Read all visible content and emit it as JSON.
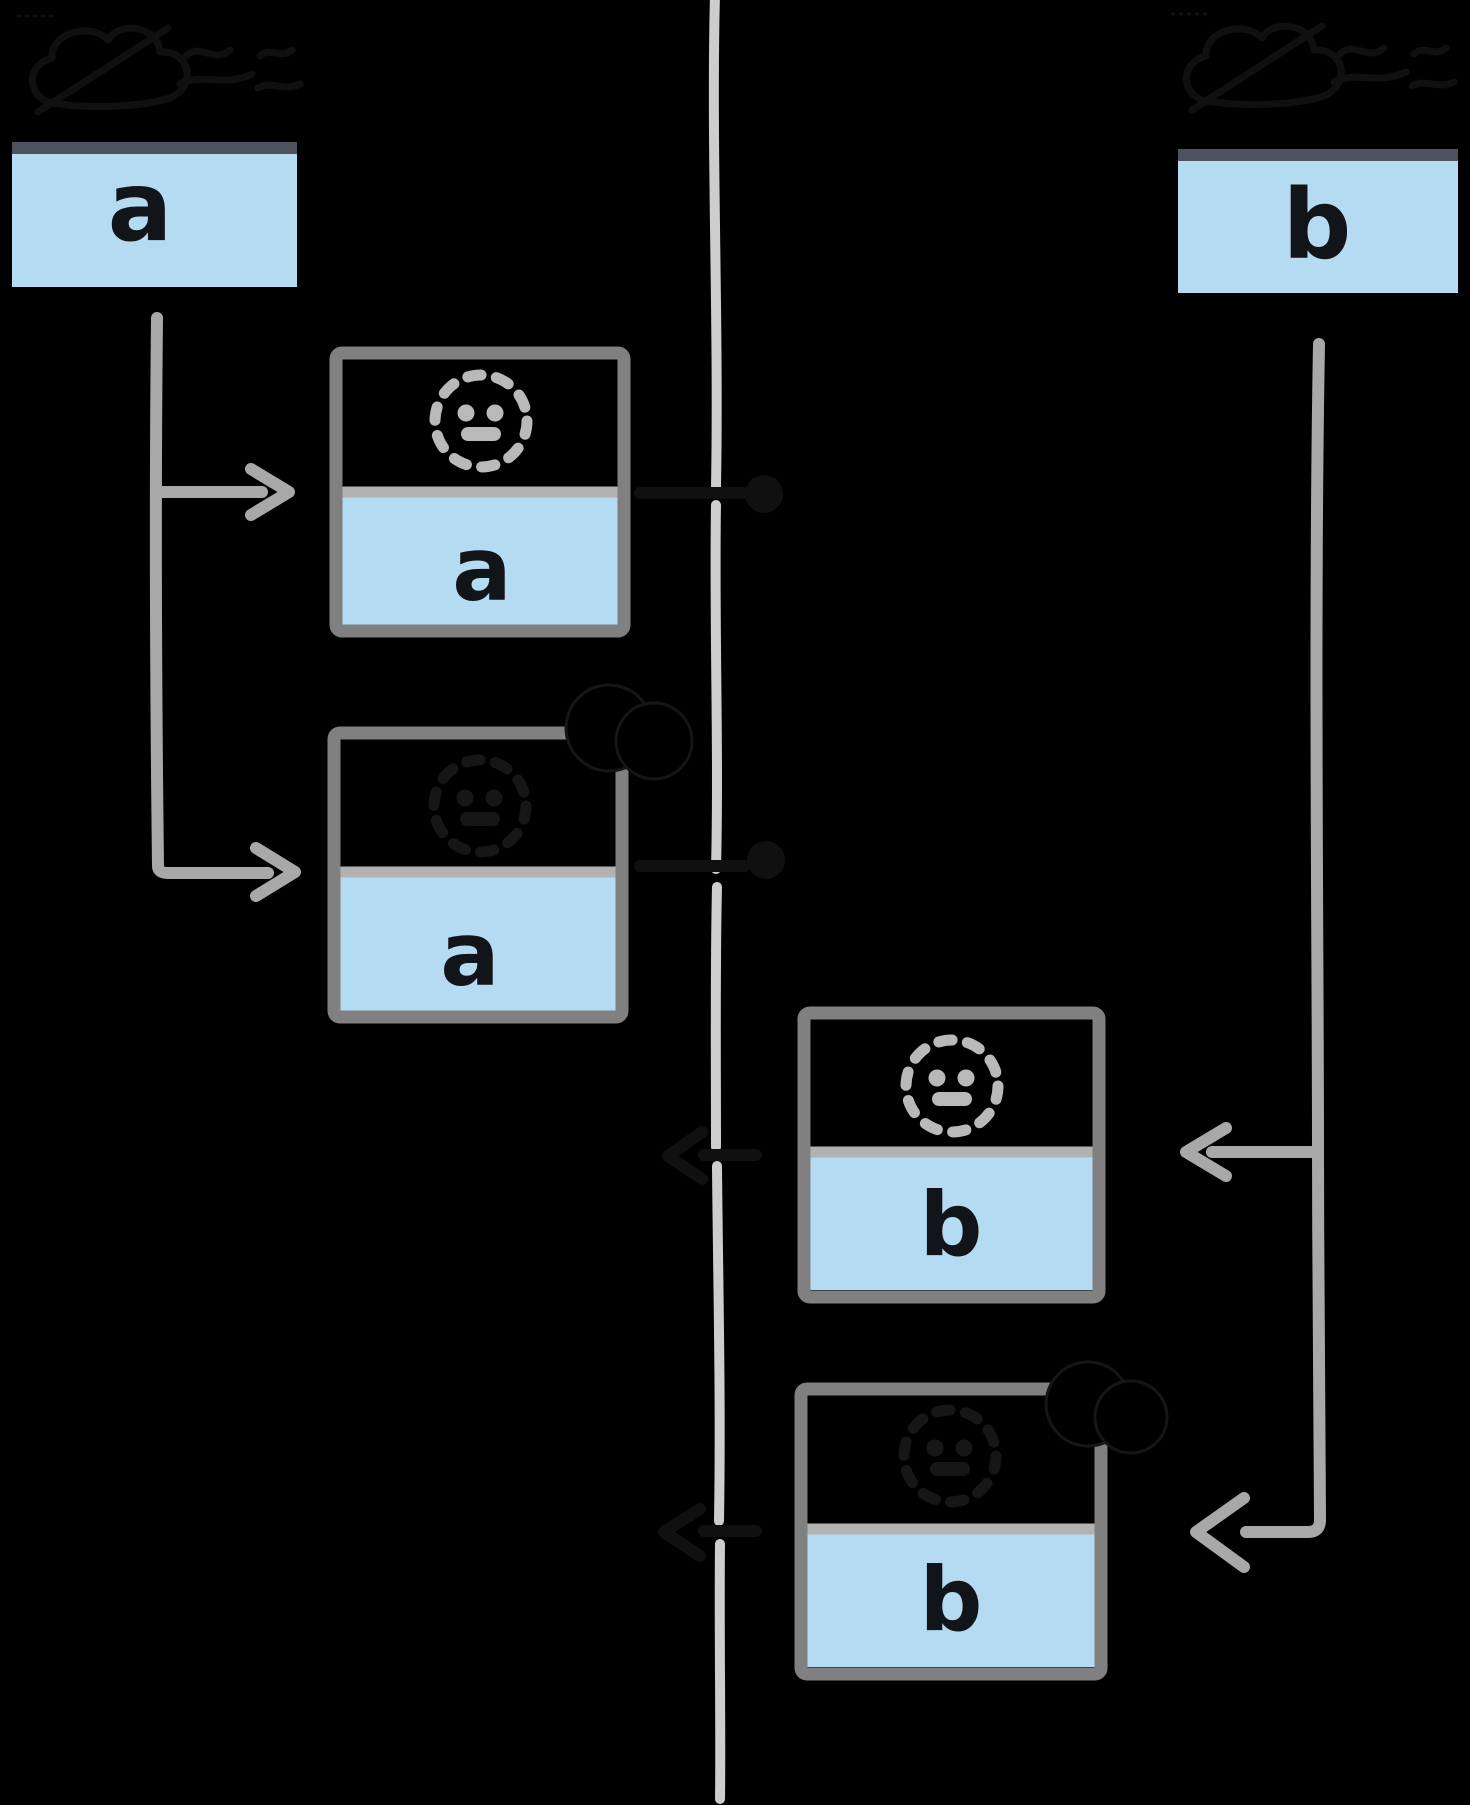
{
  "diagram": {
    "type": "hand-drawn vertical timeline diagram (tearing / render timeline)",
    "center_timeline": {
      "orientation": "vertical",
      "crossing_gaps": 4
    },
    "left_column": {
      "hidden_title": {
        "icon": "cloud-scribble-icon",
        "legibility": "near-black ink on black, unreadable"
      },
      "source_box": {
        "letter": "a"
      },
      "renders": [
        {
          "letter": "a",
          "status_icon": "dashed-circle-face-icon",
          "icon_visible": true,
          "corner_icon": null
        },
        {
          "letter": "a",
          "status_icon": "dashed-circle-face-icon",
          "icon_visible": false,
          "corner_icon": "ink-splat-icon"
        }
      ]
    },
    "right_column": {
      "hidden_title": {
        "icon": "cloud-scribble-icon",
        "legibility": "near-black ink on black, unreadable"
      },
      "source_box": {
        "letter": "b"
      },
      "renders": [
        {
          "letter": "b",
          "status_icon": "dashed-circle-face-icon",
          "icon_visible": true,
          "corner_icon": null
        },
        {
          "letter": "b",
          "status_icon": "dashed-circle-face-icon",
          "icon_visible": false,
          "corner_icon": "ink-splat-icon"
        }
      ]
    }
  },
  "colors": {
    "background": "#000000",
    "box_fill_blue": "#b5dbf2",
    "box_header_dark": "#4d525e",
    "box_border_gray": "#808080",
    "divider_gray": "#b2b2b2",
    "timeline_center_gray": "#cdcdcd",
    "arrow_gray": "#a8a8a8",
    "smiley_gray": "#b9b9b9",
    "letter_ink": "#111418",
    "hidden_ink": "#101010",
    "hidden_ink_faint": "#161616"
  }
}
